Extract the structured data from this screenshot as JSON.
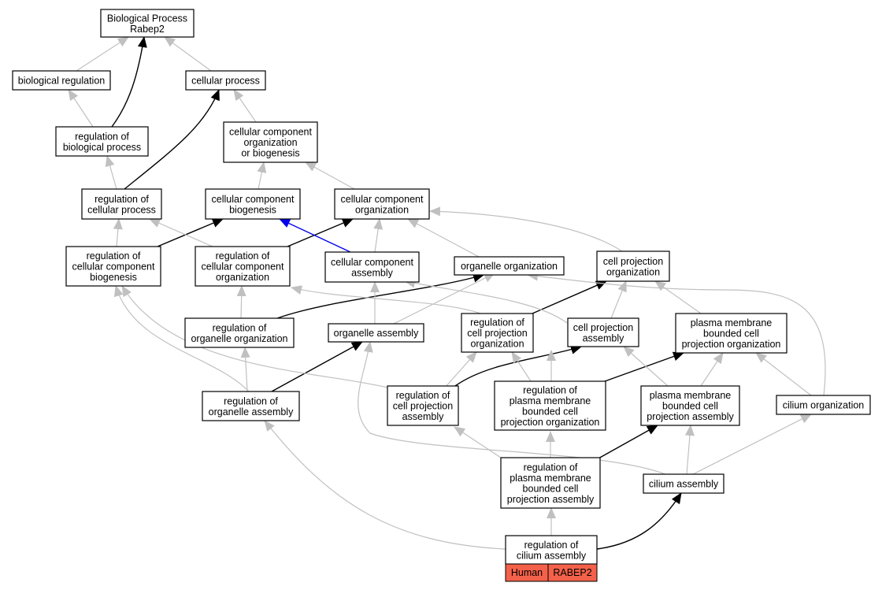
{
  "nodes": {
    "bp_root": [
      "Biological Process",
      "Rabep2"
    ],
    "biological_regulation": [
      "biological regulation"
    ],
    "cellular_process": [
      "cellular process"
    ],
    "regulation_of_biological_process": [
      "regulation of",
      "biological process"
    ],
    "ccob": [
      "cellular component",
      "organization",
      "or biogenesis"
    ],
    "regulation_of_cellular_process": [
      "regulation of",
      "cellular process"
    ],
    "cc_biogenesis": [
      "cellular component",
      "biogenesis"
    ],
    "cc_organization": [
      "cellular component",
      "organization"
    ],
    "reg_cc_biogenesis": [
      "regulation of",
      "cellular component",
      "biogenesis"
    ],
    "reg_cc_organization": [
      "regulation of",
      "cellular component",
      "organization"
    ],
    "cc_assembly": [
      "cellular component",
      "assembly"
    ],
    "organelle_organization": [
      "organelle organization"
    ],
    "cell_projection_organization": [
      "cell projection",
      "organization"
    ],
    "reg_organelle_organization": [
      "regulation of",
      "organelle organization"
    ],
    "organelle_assembly": [
      "organelle assembly"
    ],
    "reg_cell_projection_organization": [
      "regulation of",
      "cell projection",
      "organization"
    ],
    "cell_projection_assembly": [
      "cell projection",
      "assembly"
    ],
    "pmbcpo": [
      "plasma membrane",
      "bounded cell",
      "projection organization"
    ],
    "reg_organelle_assembly": [
      "regulation of",
      "organelle assembly"
    ],
    "reg_cell_projection_assembly": [
      "regulation of",
      "cell projection",
      "assembly"
    ],
    "reg_pmbcpo": [
      "regulation of",
      "plasma membrane",
      "bounded cell",
      "projection organization"
    ],
    "pmbcpa": [
      "plasma membrane",
      "bounded cell",
      "projection assembly"
    ],
    "cilium_organization": [
      "cilium organization"
    ],
    "reg_pmbcpa": [
      "regulation of",
      "plasma membrane",
      "bounded cell",
      "projection assembly"
    ],
    "cilium_assembly": [
      "cilium assembly"
    ],
    "reg_cilium_assembly": [
      "regulation of",
      "cilium assembly"
    ]
  },
  "annotation": {
    "species": "Human",
    "gene": "RABEP2",
    "color": "#f4614a"
  },
  "edge_colors": {
    "gray": "#c0c0c0",
    "black": "#000000",
    "blue": "#0000ee"
  }
}
